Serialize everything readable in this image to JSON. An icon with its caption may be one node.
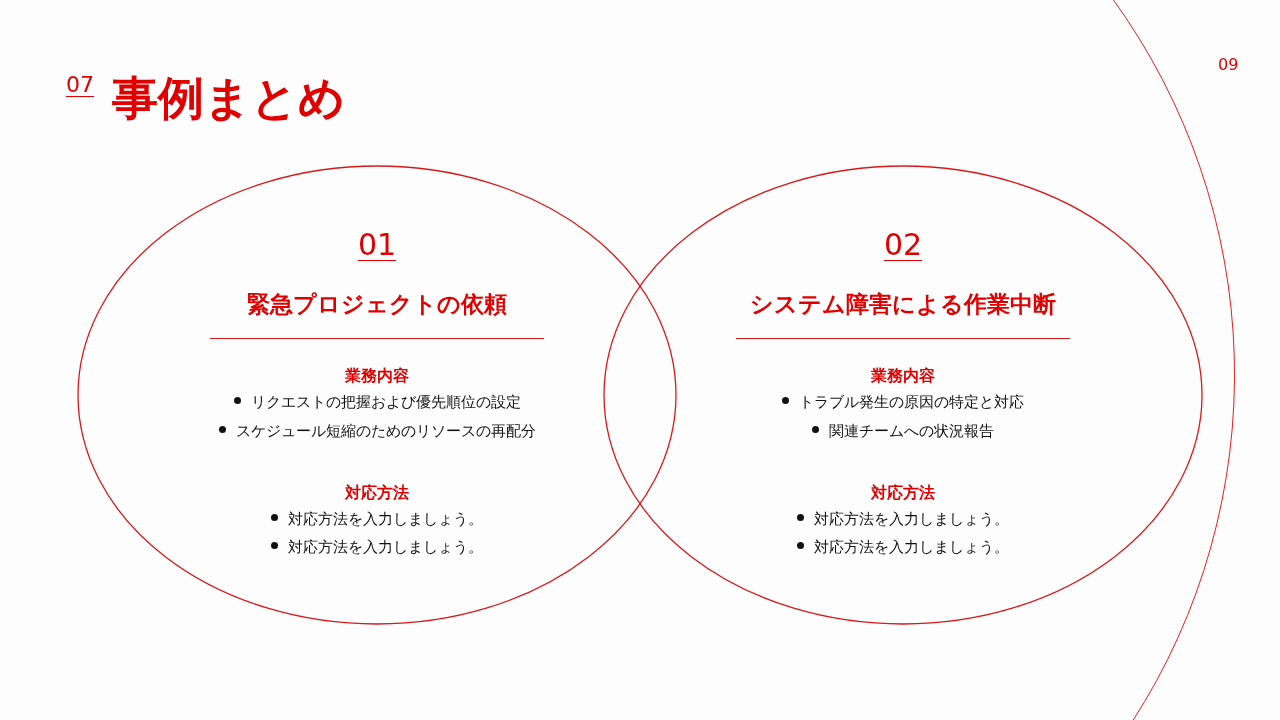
{
  "diagram": {
    "title": "事例まとめ",
    "nodes": [
      {
        "text": [
          "01",
          "緊急プロジェクトの依頼",
          "業務内容",
          "リクエストの把握および優先順位の設定",
          "スケジュール短縮のためのリソースの再配分",
          "対応方法",
          "対応方法を入力しましょう。",
          "対応方法を入力しましょう。"
        ]
      },
      {
        "text": [
          "02",
          "システム障害による作業中断",
          "業務内容",
          "トラブル発生の原因の特定と対応",
          "関連チームへの状況報告",
          "対応方法",
          "対応方法を入力しましょう。",
          "対応方法を入力しましょう。"
        ]
      }
    ],
    "edges": [],
    "labels": [
      "07",
      "09"
    ]
  }
}
